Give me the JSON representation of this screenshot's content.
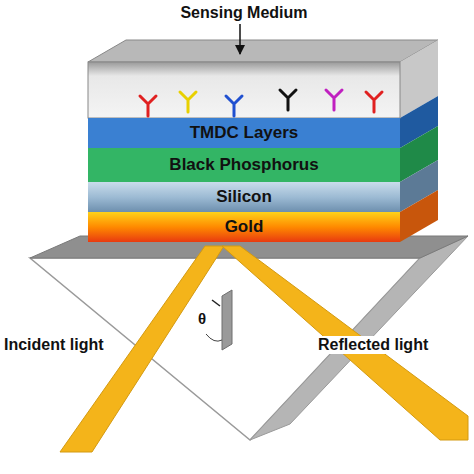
{
  "diagram": {
    "nodes": [
      {
        "text": [
          "Sensing Medium"
        ]
      },
      {
        "text": [
          "TMDC Layers"
        ]
      },
      {
        "text": [
          "Black Phosphorus"
        ]
      },
      {
        "text": [
          "Silicon"
        ]
      },
      {
        "text": [
          "Gold"
        ]
      }
    ],
    "labels": [
      "Incident light",
      "Reflected light",
      "θ"
    ]
  }
}
